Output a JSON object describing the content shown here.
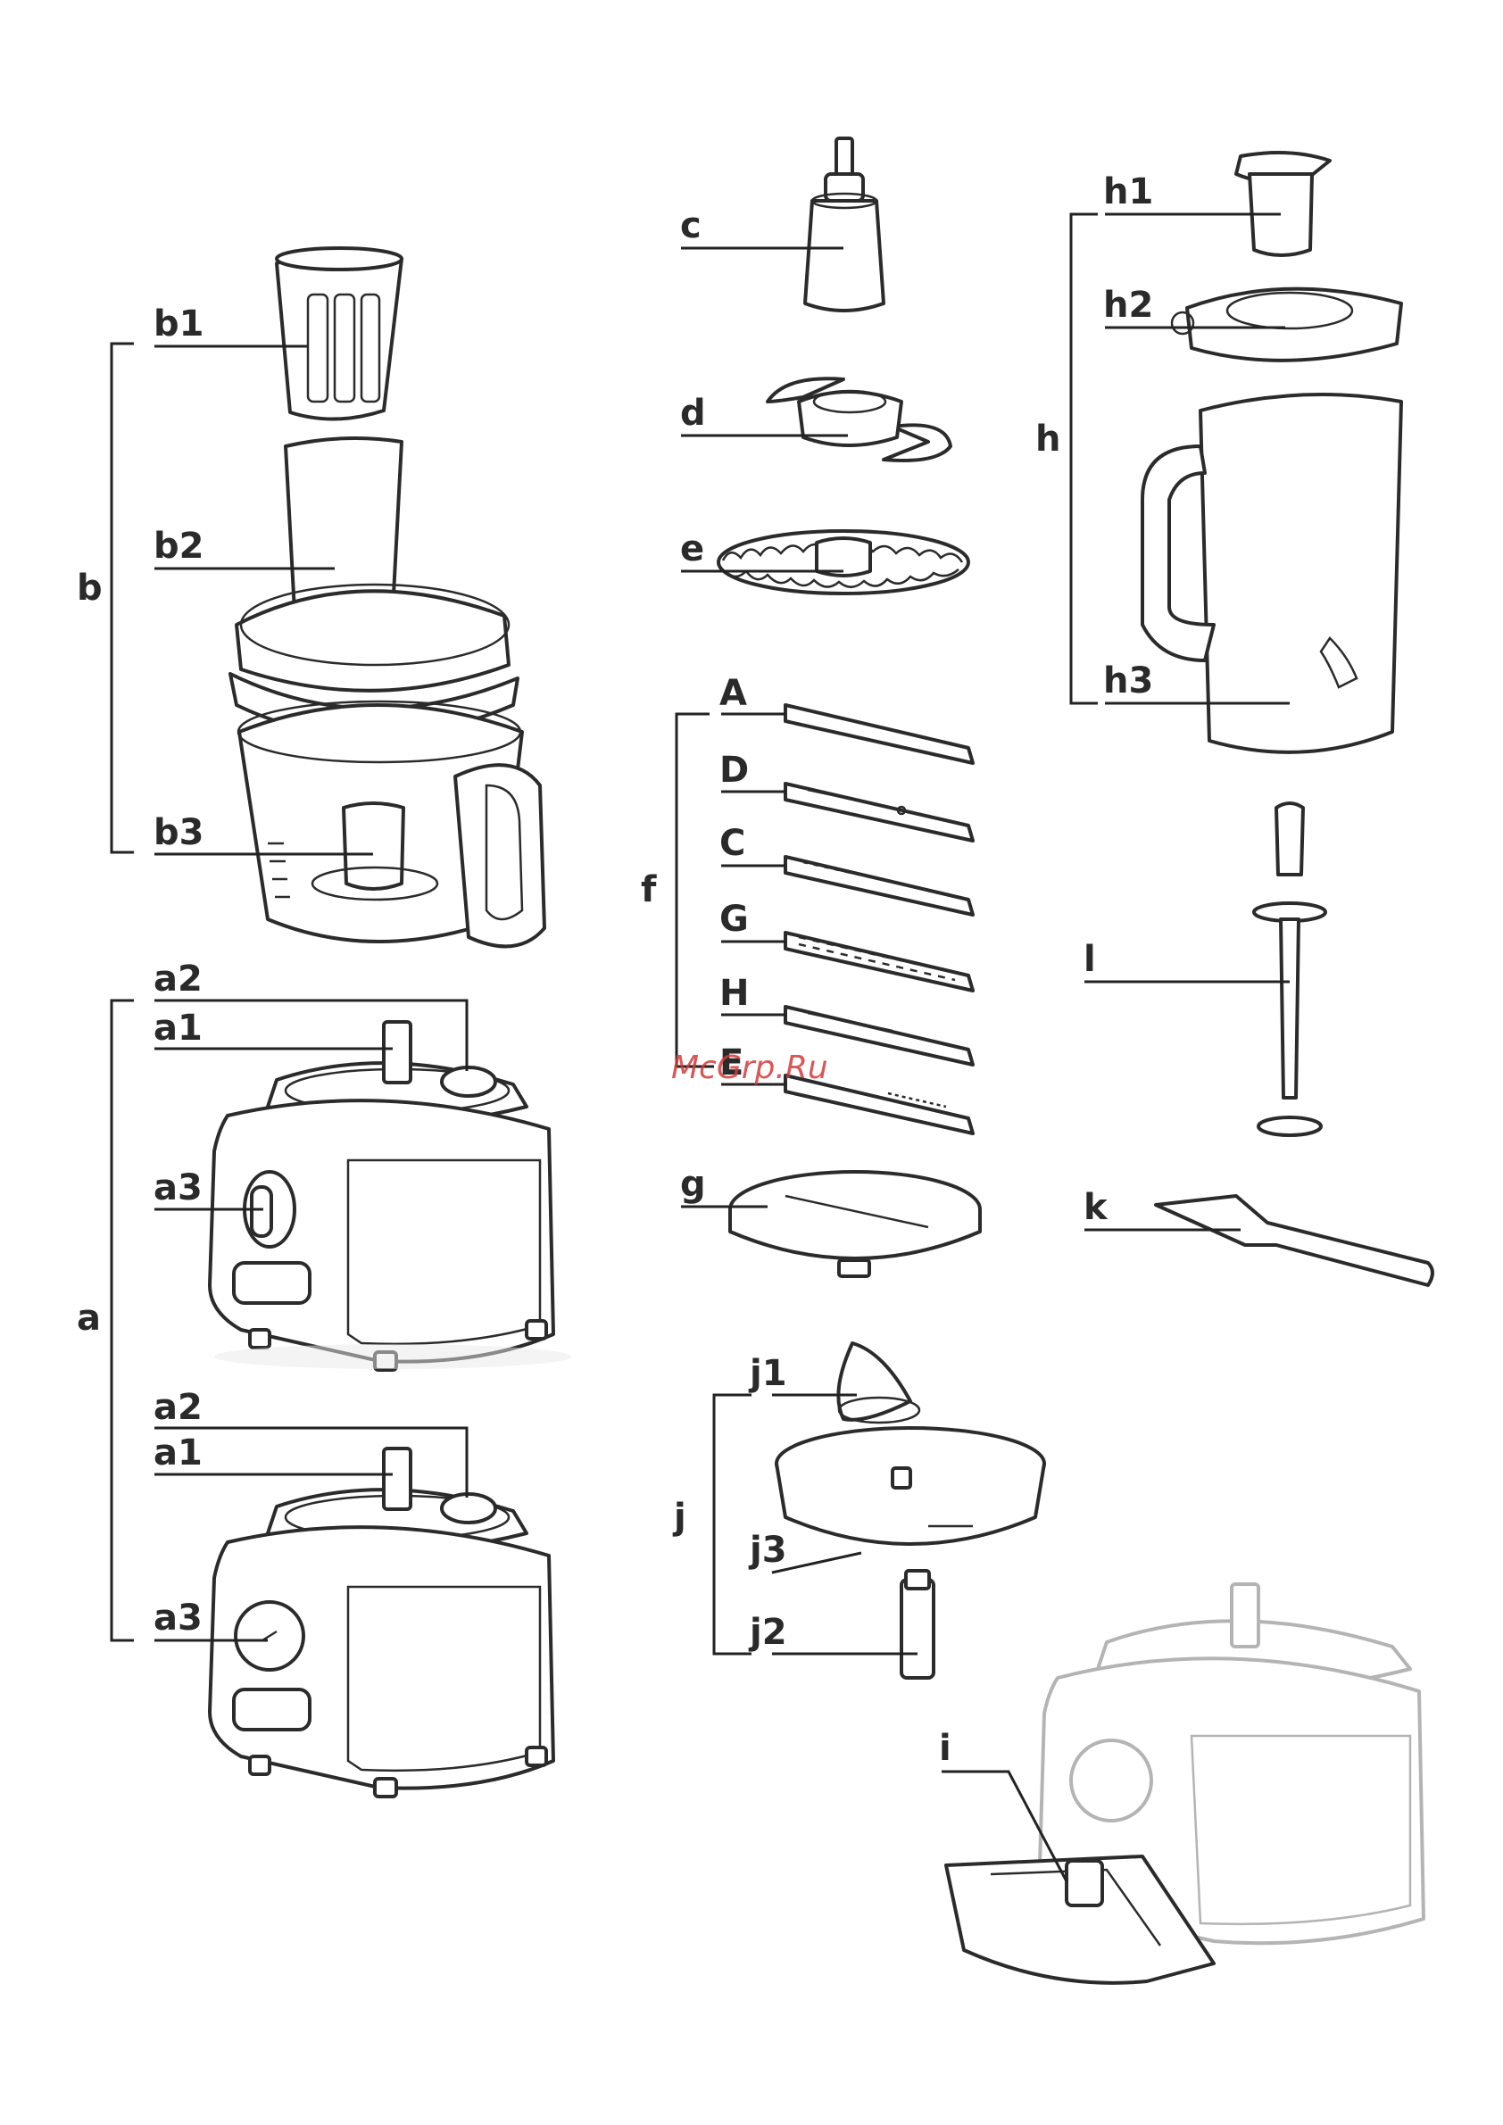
{
  "labels": {
    "a": "a",
    "a1_top": "a1",
    "a2_top": "a2",
    "a3_top": "a3",
    "a1_bot": "a1",
    "a2_bot": "a2",
    "a3_bot": "a3",
    "b": "b",
    "b1": "b1",
    "b2": "b2",
    "b3": "b3",
    "c": "c",
    "d": "d",
    "e": "e",
    "f": "f",
    "fA": "A",
    "fD": "D",
    "fC": "C",
    "fG": "G",
    "fH": "H",
    "fE": "E",
    "g": "g",
    "h": "h",
    "h1": "h1",
    "h2": "h2",
    "h3": "h3",
    "i": "i",
    "j": "j",
    "j1": "j1",
    "j2": "j2",
    "j3": "j3",
    "k": "k",
    "l": "l"
  },
  "watermark": "McGrp.Ru"
}
